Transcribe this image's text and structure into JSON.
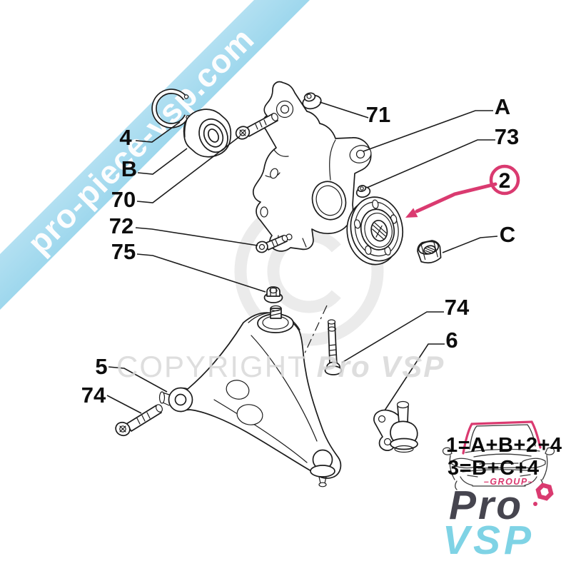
{
  "banner": {
    "text": "pro-piece-vsp.com"
  },
  "watermark": {
    "prefix": "COPYRIGHT ",
    "brand": "Pro VSP"
  },
  "highlight": {
    "number": "2"
  },
  "part_labels": [
    {
      "id": "4",
      "text": "4"
    },
    {
      "id": "B",
      "text": "B"
    },
    {
      "id": "70",
      "text": "70"
    },
    {
      "id": "72",
      "text": "72"
    },
    {
      "id": "75",
      "text": "75"
    },
    {
      "id": "5",
      "text": "5"
    },
    {
      "id": "74-left",
      "text": "74"
    },
    {
      "id": "71",
      "text": "71"
    },
    {
      "id": "A",
      "text": "A"
    },
    {
      "id": "73",
      "text": "73"
    },
    {
      "id": "C",
      "text": "C"
    },
    {
      "id": "74-right",
      "text": "74"
    },
    {
      "id": "6",
      "text": "6"
    }
  ],
  "formulas": {
    "line1": "1=A+B+2+4",
    "line2": "3=B+C+4"
  },
  "logo": {
    "group": "–GROUP–",
    "pro": "Pro",
    "vsp": "VSP"
  },
  "colors": {
    "accent-pink": "#da3a70",
    "banner-blue": "#a3daee",
    "banner-blue-light": "#bce4f4",
    "logo-dark": "#46454f",
    "logo-cyan": "#7fd3e5",
    "watermark-gray": "#d9d9d9",
    "ring-gray": "#ebebeb",
    "line-black": "#1c1c1c"
  }
}
